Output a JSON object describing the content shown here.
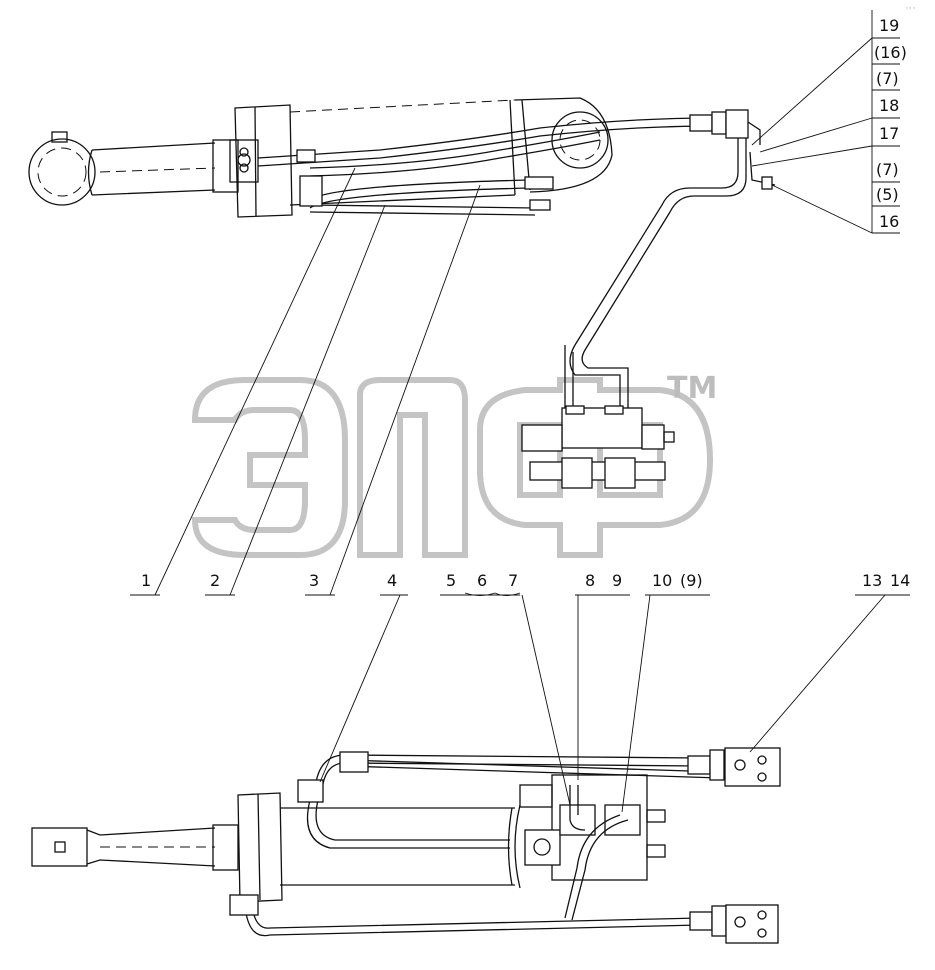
{
  "watermark": {
    "trademark": "TM"
  },
  "corner_mark": "◦◦◦",
  "callouts_top": [
    "1",
    "2",
    "3"
  ],
  "callouts_bottom": [
    "4",
    "5",
    "6",
    "7",
    "8",
    "9",
    "10",
    "(9)",
    "13",
    "14"
  ],
  "callouts_right": [
    "19",
    "(16)",
    "(7)",
    "18",
    "17",
    "(7)",
    "(5)",
    "16"
  ]
}
